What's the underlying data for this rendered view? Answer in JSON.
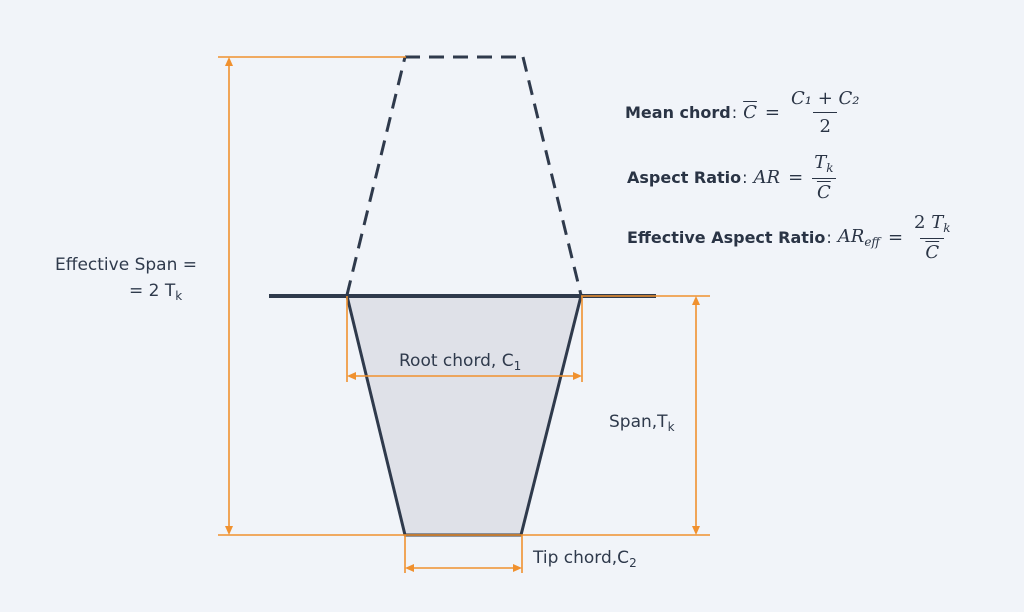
{
  "labels": {
    "effective_span_line1": "Effective Span =",
    "effective_span_line2": "=   2 T",
    "effective_span_sub": "k",
    "root_chord": "Root chord, C",
    "root_chord_sub": "1",
    "span": "Span,T",
    "span_sub": "k",
    "tip_chord": "Tip chord,C",
    "tip_chord_sub": "2"
  },
  "equations": {
    "mean_chord": {
      "name": "Mean chord",
      "lhs": "C",
      "numerator": "C₁ +  C₂",
      "denominator": "2"
    },
    "aspect_ratio": {
      "name": "Aspect Ratio",
      "lhs": "AR",
      "numerator_var": "T",
      "numerator_sub": "k",
      "denominator": "C"
    },
    "effective_aspect_ratio": {
      "name": "Effective Aspect Ratio",
      "lhs": "AR",
      "lhs_sub": "eff",
      "numerator_coef": "2",
      "numerator_var": "T",
      "numerator_sub": "k",
      "denominator": "C"
    }
  },
  "colors": {
    "background": "#f1f4f9",
    "dimension_lines": "#f0912f",
    "outline": "#2f3a4c",
    "fill": "#dfe1e8"
  }
}
